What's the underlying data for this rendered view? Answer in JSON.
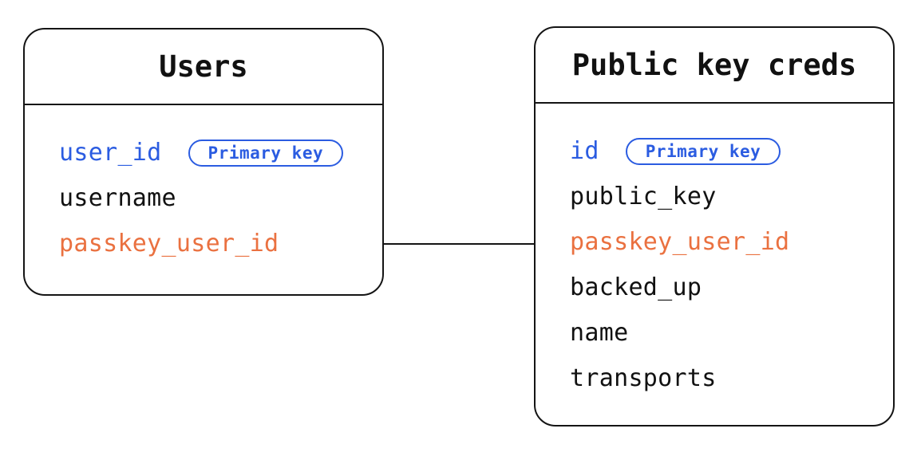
{
  "palette": {
    "black": "#111111",
    "blue": "#2b5ce1",
    "orange": "#ea7140",
    "border": "#141414"
  },
  "tables": [
    {
      "title": "Users",
      "fields": [
        {
          "name": "user_id",
          "color": "blue",
          "badge": "Primary key"
        },
        {
          "name": "username",
          "color": "black"
        },
        {
          "name": "passkey_user_id",
          "color": "orange"
        }
      ]
    },
    {
      "title": "Public key creds",
      "fields": [
        {
          "name": "id",
          "color": "blue",
          "badge": "Primary key"
        },
        {
          "name": "public_key",
          "color": "black"
        },
        {
          "name": "passkey_user_id",
          "color": "orange"
        },
        {
          "name": "backed_up",
          "color": "black"
        },
        {
          "name": "name",
          "color": "black"
        },
        {
          "name": "transports",
          "color": "black"
        }
      ]
    }
  ],
  "relationship": {
    "from_table": "Users",
    "from_field": "passkey_user_id",
    "to_table": "Public key creds",
    "to_field": "passkey_user_id"
  }
}
